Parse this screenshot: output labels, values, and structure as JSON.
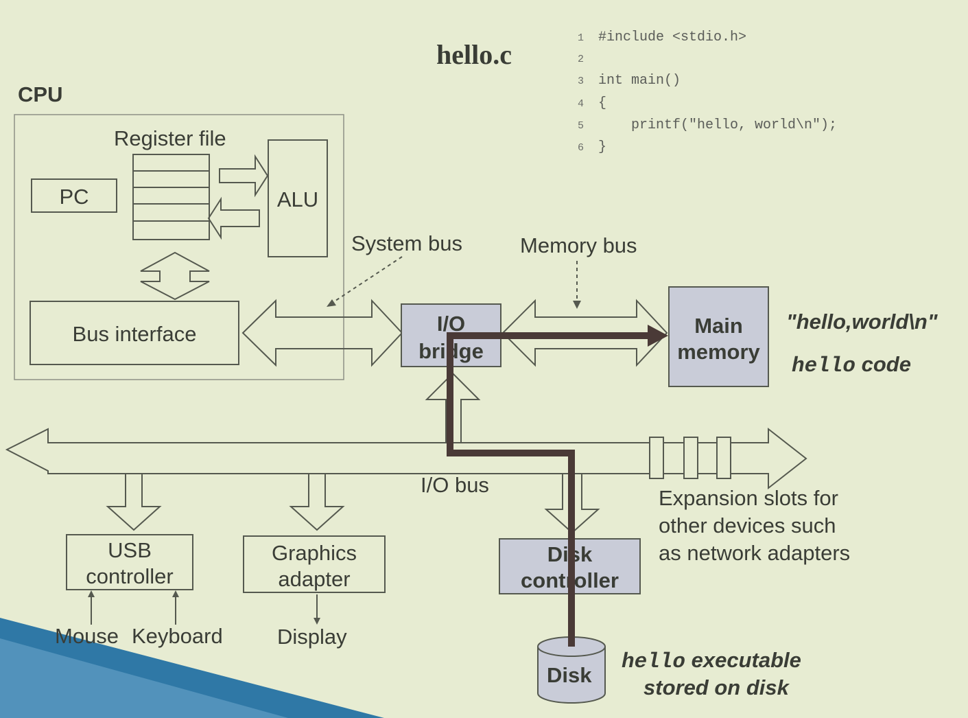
{
  "title": "hello.c",
  "code": [
    {
      "num": "1",
      "text": "#include <stdio.h>"
    },
    {
      "num": "2",
      "text": ""
    },
    {
      "num": "3",
      "text": "int main()"
    },
    {
      "num": "4",
      "text": "{"
    },
    {
      "num": "5",
      "text": "    printf(\"hello, world\\n\");"
    },
    {
      "num": "6",
      "text": "}"
    }
  ],
  "cpu": {
    "label": "CPU",
    "register_file": "Register file",
    "pc": "PC",
    "alu": "ALU",
    "bus_interface": "Bus interface"
  },
  "buses": {
    "system_bus": "System bus",
    "memory_bus": "Memory bus",
    "io_bus": "I/O bus"
  },
  "io_bridge": {
    "line1": "I/O",
    "line2": "bridge"
  },
  "main_memory": {
    "line1": "Main",
    "line2": "memory"
  },
  "memory_contents": {
    "string": "\"hello,world\\n\"",
    "code_prefix": "hello",
    "code_suffix": " code"
  },
  "usb_controller": {
    "line1": "USB",
    "line2": "controller"
  },
  "graphics_adapter": {
    "line1": "Graphics",
    "line2": "adapter"
  },
  "disk_controller": {
    "line1": "Disk",
    "line2": "controller"
  },
  "expansion": {
    "line1": "Expansion slots for",
    "line2": "other devices such",
    "line3": "as network adapters"
  },
  "devices": {
    "mouse": "Mouse",
    "keyboard": "Keyboard",
    "display": "Display",
    "disk": "Disk"
  },
  "disk_caption": {
    "prefix": "hello",
    "line1_suffix": " executable",
    "line2": "stored on disk"
  },
  "colors": {
    "background": "#e7ecd2",
    "shaded_box": "#c9ccd8",
    "data_path": "#4a3a37",
    "corner_accent": "#2a6e9a"
  }
}
